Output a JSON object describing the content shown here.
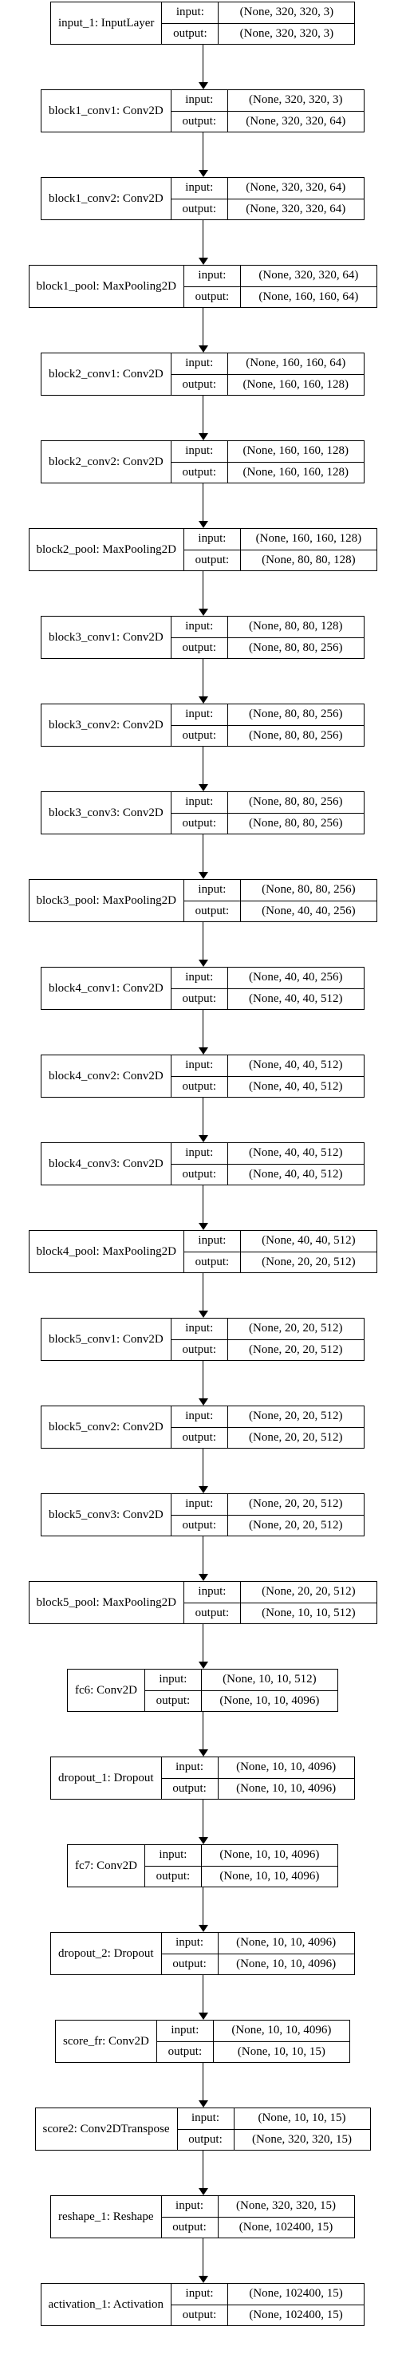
{
  "diagram": {
    "input_label": "input:",
    "output_label": "output:",
    "layers": [
      {
        "name": "input_1: InputLayer",
        "input": "(None, 320, 320, 3)",
        "output": "(None, 320, 320, 3)"
      },
      {
        "name": "block1_conv1: Conv2D",
        "input": "(None, 320, 320, 3)",
        "output": "(None, 320, 320, 64)"
      },
      {
        "name": "block1_conv2: Conv2D",
        "input": "(None, 320, 320, 64)",
        "output": "(None, 320, 320, 64)"
      },
      {
        "name": "block1_pool: MaxPooling2D",
        "input": "(None, 320, 320, 64)",
        "output": "(None, 160, 160, 64)"
      },
      {
        "name": "block2_conv1: Conv2D",
        "input": "(None, 160, 160, 64)",
        "output": "(None, 160, 160, 128)"
      },
      {
        "name": "block2_conv2: Conv2D",
        "input": "(None, 160, 160, 128)",
        "output": "(None, 160, 160, 128)"
      },
      {
        "name": "block2_pool: MaxPooling2D",
        "input": "(None, 160, 160, 128)",
        "output": "(None, 80, 80, 128)"
      },
      {
        "name": "block3_conv1: Conv2D",
        "input": "(None, 80, 80, 128)",
        "output": "(None, 80, 80, 256)"
      },
      {
        "name": "block3_conv2: Conv2D",
        "input": "(None, 80, 80, 256)",
        "output": "(None, 80, 80, 256)"
      },
      {
        "name": "block3_conv3: Conv2D",
        "input": "(None, 80, 80, 256)",
        "output": "(None, 80, 80, 256)"
      },
      {
        "name": "block3_pool: MaxPooling2D",
        "input": "(None, 80, 80, 256)",
        "output": "(None, 40, 40, 256)"
      },
      {
        "name": "block4_conv1: Conv2D",
        "input": "(None, 40, 40, 256)",
        "output": "(None, 40, 40, 512)"
      },
      {
        "name": "block4_conv2: Conv2D",
        "input": "(None, 40, 40, 512)",
        "output": "(None, 40, 40, 512)"
      },
      {
        "name": "block4_conv3: Conv2D",
        "input": "(None, 40, 40, 512)",
        "output": "(None, 40, 40, 512)"
      },
      {
        "name": "block4_pool: MaxPooling2D",
        "input": "(None, 40, 40, 512)",
        "output": "(None, 20, 20, 512)"
      },
      {
        "name": "block5_conv1: Conv2D",
        "input": "(None, 20, 20, 512)",
        "output": "(None, 20, 20, 512)"
      },
      {
        "name": "block5_conv2: Conv2D",
        "input": "(None, 20, 20, 512)",
        "output": "(None, 20, 20, 512)"
      },
      {
        "name": "block5_conv3: Conv2D",
        "input": "(None, 20, 20, 512)",
        "output": "(None, 20, 20, 512)"
      },
      {
        "name": "block5_pool: MaxPooling2D",
        "input": "(None, 20, 20, 512)",
        "output": "(None, 10, 10, 512)"
      },
      {
        "name": "fc6: Conv2D",
        "input": "(None, 10, 10, 512)",
        "output": "(None, 10, 10, 4096)"
      },
      {
        "name": "dropout_1: Dropout",
        "input": "(None, 10, 10, 4096)",
        "output": "(None, 10, 10, 4096)"
      },
      {
        "name": "fc7: Conv2D",
        "input": "(None, 10, 10, 4096)",
        "output": "(None, 10, 10, 4096)"
      },
      {
        "name": "dropout_2: Dropout",
        "input": "(None, 10, 10, 4096)",
        "output": "(None, 10, 10, 4096)"
      },
      {
        "name": "score_fr: Conv2D",
        "input": "(None, 10, 10, 4096)",
        "output": "(None, 10, 10, 15)"
      },
      {
        "name": "score2: Conv2DTranspose",
        "input": "(None, 10, 10, 15)",
        "output": "(None, 320, 320, 15)"
      },
      {
        "name": "reshape_1: Reshape",
        "input": "(None, 320, 320, 15)",
        "output": "(None, 102400, 15)"
      },
      {
        "name": "activation_1: Activation",
        "input": "(None, 102400, 15)",
        "output": "(None, 102400, 15)"
      }
    ]
  }
}
